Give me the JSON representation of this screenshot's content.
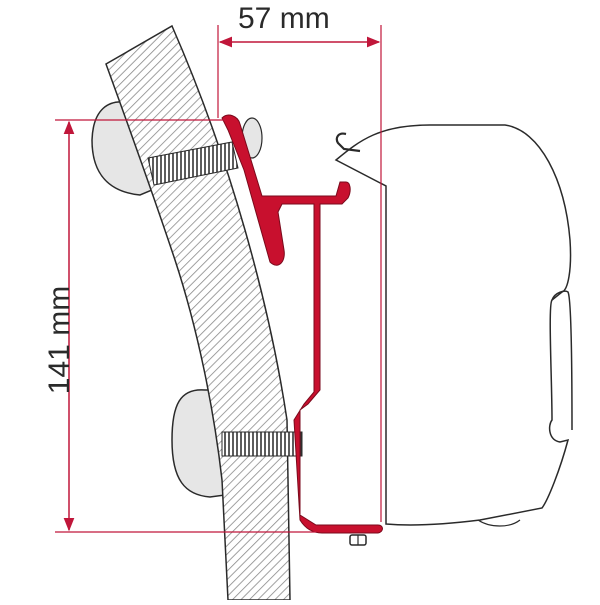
{
  "diagram": {
    "type": "technical mounting drawing",
    "subject": "Awning adapter bracket mounted on curved vehicle wall",
    "dimensions": {
      "width": {
        "label": "57 mm",
        "value": 57,
        "unit": "mm",
        "orientation": "horizontal"
      },
      "height": {
        "label": "141 mm",
        "value": 141,
        "unit": "mm",
        "orientation": "vertical"
      }
    },
    "components": [
      {
        "id": "wall-section",
        "description": "Curved wall section with diagonal hatching"
      },
      {
        "id": "upper-mount-cap",
        "description": "Upper rounded rivet/cap on inner wall side"
      },
      {
        "id": "lower-mount-cap",
        "description": "Lower rounded rivet/cap on inner wall side"
      },
      {
        "id": "upper-bolt",
        "description": "Upper threaded bolt through wall"
      },
      {
        "id": "lower-bolt",
        "description": "Lower threaded bolt through wall"
      },
      {
        "id": "adapter-bracket",
        "description": "Red adapter profile bracket"
      },
      {
        "id": "awning-housing",
        "description": "Awning cassette outline"
      },
      {
        "id": "hook",
        "description": "Hook on top of awning cassette"
      },
      {
        "id": "nut",
        "description": "Nut under bracket foot"
      }
    ],
    "colors": {
      "accent": "#c8102e",
      "dimension_line": "#c0163a",
      "outline": "#2a2a2a",
      "hatch": "#8a8a8a",
      "cap_fill": "#e6e6e6",
      "background": "#ffffff"
    }
  }
}
